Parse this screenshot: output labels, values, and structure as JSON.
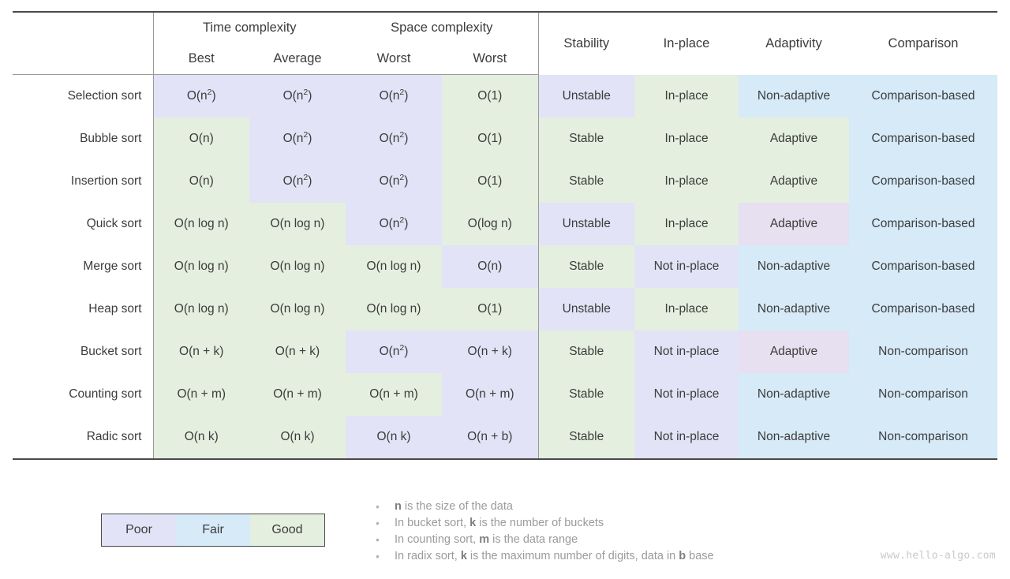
{
  "header": {
    "group_time": "Time complexity",
    "group_space": "Space complexity",
    "sub": [
      "",
      "Best",
      "Average",
      "Worst",
      "Worst",
      "Stability",
      "In-place",
      "Adaptivity",
      "Comparison"
    ],
    "stability": "Stability",
    "inplace": "In-place",
    "adaptivity": "Adaptivity",
    "comparison": "Comparison"
  },
  "colors": {
    "poor": "#e2e3f6",
    "fair": "#d6eaf8",
    "good": "#e4efdf",
    "adaptive_purple": "#e6e0f0",
    "rule": "#9a9a9a",
    "heavy_rule": "#4a4a4a",
    "text": "#3c3c3c",
    "note_text": "#9b9b9b",
    "watermark": "#c9c9c9"
  },
  "rows": [
    {
      "name": "Selection sort",
      "cells": [
        {
          "text": "O(n2)",
          "sup": "2",
          "base": "O(n",
          "tail": ")",
          "rating": "poor"
        },
        {
          "text": "O(n2)",
          "sup": "2",
          "base": "O(n",
          "tail": ")",
          "rating": "poor"
        },
        {
          "text": "O(n2)",
          "sup": "2",
          "base": "O(n",
          "tail": ")",
          "rating": "poor"
        },
        {
          "text": "O(1)",
          "rating": "good"
        },
        {
          "text": "Unstable",
          "rating": "poor"
        },
        {
          "text": "In-place",
          "rating": "good"
        },
        {
          "text": "Non-adaptive",
          "rating": "fair"
        },
        {
          "text": "Comparison-based",
          "rating": "fair"
        }
      ]
    },
    {
      "name": "Bubble sort",
      "cells": [
        {
          "text": "O(n)",
          "rating": "good"
        },
        {
          "text": "O(n2)",
          "sup": "2",
          "base": "O(n",
          "tail": ")",
          "rating": "poor"
        },
        {
          "text": "O(n2)",
          "sup": "2",
          "base": "O(n",
          "tail": ")",
          "rating": "poor"
        },
        {
          "text": "O(1)",
          "rating": "good"
        },
        {
          "text": "Stable",
          "rating": "good"
        },
        {
          "text": "In-place",
          "rating": "good"
        },
        {
          "text": "Adaptive",
          "rating": "good"
        },
        {
          "text": "Comparison-based",
          "rating": "fair"
        }
      ]
    },
    {
      "name": "Insertion sort",
      "cells": [
        {
          "text": "O(n)",
          "rating": "good"
        },
        {
          "text": "O(n2)",
          "sup": "2",
          "base": "O(n",
          "tail": ")",
          "rating": "poor"
        },
        {
          "text": "O(n2)",
          "sup": "2",
          "base": "O(n",
          "tail": ")",
          "rating": "poor"
        },
        {
          "text": "O(1)",
          "rating": "good"
        },
        {
          "text": "Stable",
          "rating": "good"
        },
        {
          "text": "In-place",
          "rating": "good"
        },
        {
          "text": "Adaptive",
          "rating": "good"
        },
        {
          "text": "Comparison-based",
          "rating": "fair"
        }
      ]
    },
    {
      "name": "Quick sort",
      "cells": [
        {
          "text": "O(n log n)",
          "rating": "good"
        },
        {
          "text": "O(n log n)",
          "rating": "good"
        },
        {
          "text": "O(n2)",
          "sup": "2",
          "base": "O(n",
          "tail": ")",
          "rating": "poor"
        },
        {
          "text": "O(log n)",
          "rating": "good"
        },
        {
          "text": "Unstable",
          "rating": "poor"
        },
        {
          "text": "In-place",
          "rating": "good"
        },
        {
          "text": "Adaptive",
          "rating": "adaptive_purple"
        },
        {
          "text": "Comparison-based",
          "rating": "fair"
        }
      ]
    },
    {
      "name": "Merge sort",
      "cells": [
        {
          "text": "O(n log n)",
          "rating": "good"
        },
        {
          "text": "O(n log n)",
          "rating": "good"
        },
        {
          "text": "O(n log n)",
          "rating": "good"
        },
        {
          "text": "O(n)",
          "rating": "poor"
        },
        {
          "text": "Stable",
          "rating": "good"
        },
        {
          "text": "Not in-place",
          "rating": "poor"
        },
        {
          "text": "Non-adaptive",
          "rating": "fair"
        },
        {
          "text": "Comparison-based",
          "rating": "fair"
        }
      ]
    },
    {
      "name": "Heap sort",
      "cells": [
        {
          "text": "O(n log n)",
          "rating": "good"
        },
        {
          "text": "O(n log n)",
          "rating": "good"
        },
        {
          "text": "O(n log n)",
          "rating": "good"
        },
        {
          "text": "O(1)",
          "rating": "good"
        },
        {
          "text": "Unstable",
          "rating": "poor"
        },
        {
          "text": "In-place",
          "rating": "good"
        },
        {
          "text": "Non-adaptive",
          "rating": "fair"
        },
        {
          "text": "Comparison-based",
          "rating": "fair"
        }
      ]
    },
    {
      "name": "Bucket sort",
      "cells": [
        {
          "text": "O(n + k)",
          "rating": "good"
        },
        {
          "text": "O(n + k)",
          "rating": "good"
        },
        {
          "text": "O(n2)",
          "sup": "2",
          "base": "O(n",
          "tail": ")",
          "rating": "poor"
        },
        {
          "text": "O(n + k)",
          "rating": "poor"
        },
        {
          "text": "Stable",
          "rating": "good"
        },
        {
          "text": "Not in-place",
          "rating": "poor"
        },
        {
          "text": "Adaptive",
          "rating": "adaptive_purple"
        },
        {
          "text": "Non-comparison",
          "rating": "fair"
        }
      ]
    },
    {
      "name": "Counting sort",
      "cells": [
        {
          "text": "O(n + m)",
          "rating": "good"
        },
        {
          "text": "O(n + m)",
          "rating": "good"
        },
        {
          "text": "O(n + m)",
          "rating": "good"
        },
        {
          "text": "O(n + m)",
          "rating": "poor"
        },
        {
          "text": "Stable",
          "rating": "good"
        },
        {
          "text": "Not in-place",
          "rating": "poor"
        },
        {
          "text": "Non-adaptive",
          "rating": "fair"
        },
        {
          "text": "Non-comparison",
          "rating": "fair"
        }
      ]
    },
    {
      "name": "Radic sort",
      "cells": [
        {
          "text": "O(n k)",
          "rating": "good"
        },
        {
          "text": "O(n k)",
          "rating": "good"
        },
        {
          "text": "O(n k)",
          "rating": "poor"
        },
        {
          "text": "O(n + b)",
          "rating": "poor"
        },
        {
          "text": "Stable",
          "rating": "good"
        },
        {
          "text": "Not in-place",
          "rating": "poor"
        },
        {
          "text": "Non-adaptive",
          "rating": "fair"
        },
        {
          "text": "Non-comparison",
          "rating": "fair"
        }
      ]
    }
  ],
  "legend": {
    "poor": "Poor",
    "fair": "Fair",
    "good": "Good"
  },
  "notes": [
    {
      "parts": [
        {
          "t": "n",
          "b": true
        },
        {
          "t": " is the size of the data",
          "b": false
        }
      ]
    },
    {
      "parts": [
        {
          "t": "In bucket sort, ",
          "b": false
        },
        {
          "t": "k",
          "b": true
        },
        {
          "t": " is the number of buckets",
          "b": false
        }
      ]
    },
    {
      "parts": [
        {
          "t": "In counting sort, ",
          "b": false
        },
        {
          "t": "m",
          "b": true
        },
        {
          "t": " is the data range",
          "b": false
        }
      ]
    },
    {
      "parts": [
        {
          "t": "In radix sort, ",
          "b": false
        },
        {
          "t": "k",
          "b": true
        },
        {
          "t": " is the maximum number of digits, data in ",
          "b": false
        },
        {
          "t": "b",
          "b": true
        },
        {
          "t": " base",
          "b": false
        }
      ]
    }
  ],
  "watermark": "www.hello-algo.com"
}
